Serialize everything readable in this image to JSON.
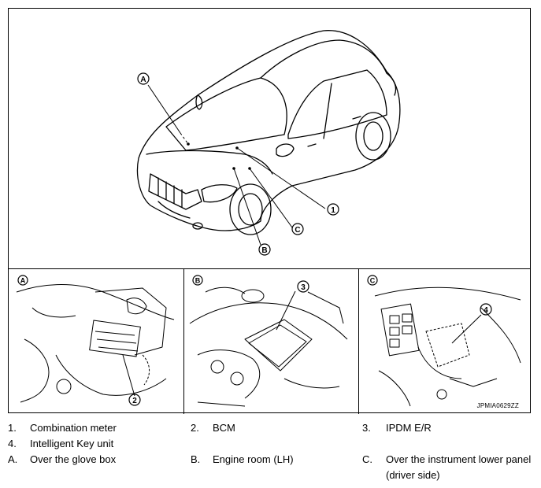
{
  "figure": {
    "callouts": {
      "A": "A",
      "B": "B",
      "C": "C",
      "n1": "1",
      "n2": "2",
      "n3": "3",
      "n4": "4"
    },
    "panel_labels": [
      "A",
      "B",
      "C"
    ],
    "reference_code": "JPMIA0629ZZ"
  },
  "legend": [
    [
      {
        "num": "1.",
        "text": "Combination meter"
      },
      {
        "num": "2.",
        "text": "BCM"
      },
      {
        "num": "3.",
        "text": "IPDM E/R"
      }
    ],
    [
      {
        "num": "4.",
        "text": "Intelligent Key unit"
      }
    ],
    [
      {
        "num": "A.",
        "text": "Over the glove box"
      },
      {
        "num": "B.",
        "text": "Engine room (LH)"
      },
      {
        "num": "C.",
        "text": "Over the instrument lower panel",
        "text2": "(driver side)"
      }
    ]
  ]
}
